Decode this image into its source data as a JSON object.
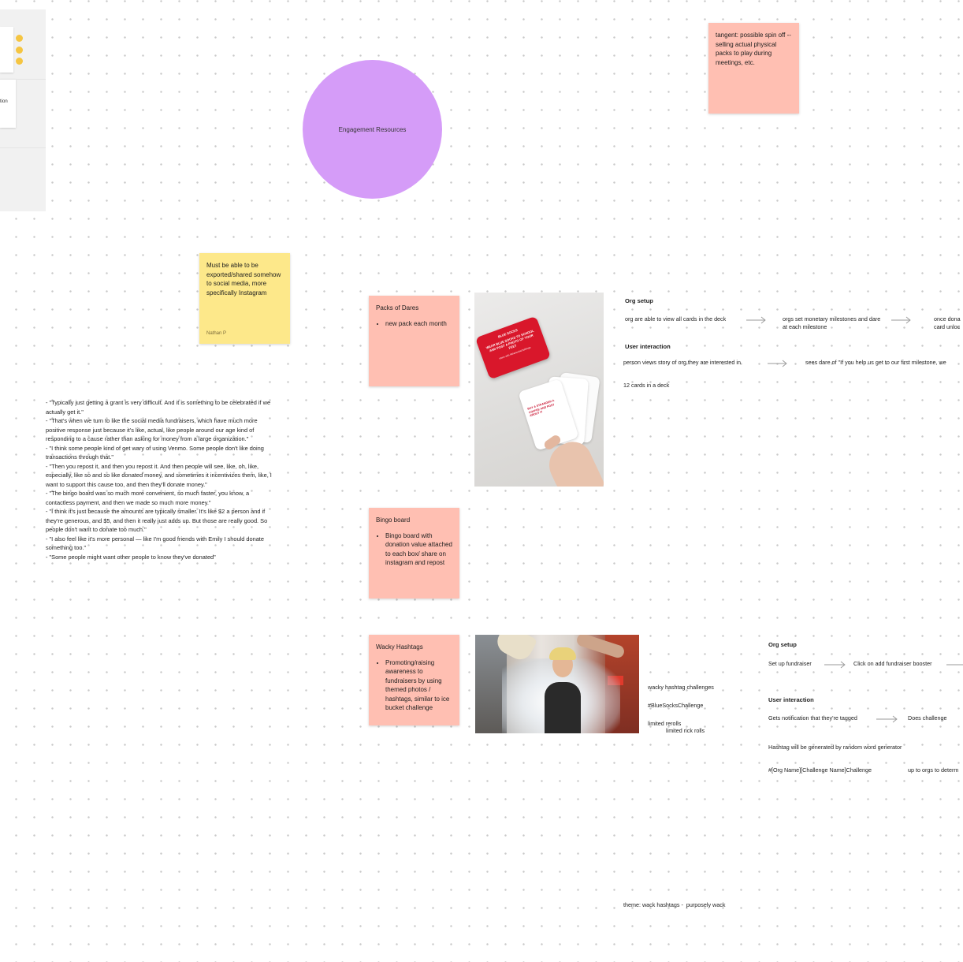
{
  "colors": {
    "sticky_pink": "#ffbfb2",
    "sticky_yellow": "#fde88a",
    "circle": "#d59cf8",
    "panel": "#f1f1f1"
  },
  "panel": {
    "side_text": "tion",
    "emoji_icons": [
      "smile-emoji-icon",
      "smile-emoji-icon",
      "smile-emoji-icon"
    ]
  },
  "circle": {
    "label": "Engagement Resources"
  },
  "tangent": {
    "text": "tangent: possible spin off -- selling actual physical packs to play during meetings, etc."
  },
  "yellow_note": {
    "text": "Must be able to be exported/shared somehow to social media, more specifically Instagram",
    "author": "Nathan P"
  },
  "quotes": [
    "- \"Typically just getting a grant is very difficult. And it is something to be celebrated if we actually get it.\"",
    "- \"That's when we turn to like the social media fundraisers, which have much more positive response just because it's like, actual, like people around our age kind of responding to a cause rather than asking for money from a large organization.\"",
    "- \"I think some people kind of get wary of using Venmo. Some people don't like doing transactions through that.\"",
    "- \"Then you repost it, and then you repost it. And then people will see, like, oh, like, especially, like so and so like donated money, and sometimes it incentivizes them, like, I want to support this cause too, and then they'll donate money.\"",
    "- \"The bingo board was so much more convenient, so much faster, you know, a contactless payment, and then we made so much more money.\"",
    "- \"I think it's just because the amounts are typically smaller. It's like $2 a person and if they're generous, and $5, and then it really just adds up. But those are really good. So people don't want to donate too much.\"",
    "- \"I also feel like it's more personal — like I'm good friends with Emily I should donate something too.\"",
    "- \"Some people might want other people to know they've donated\""
  ],
  "dares": {
    "title": "Packs of Dares",
    "bullets": [
      "new pack each month"
    ]
  },
  "bingo": {
    "title": "Bingo board",
    "bullets": [
      "Bingo board with donation value attached to each box/ share on instagram and repost"
    ]
  },
  "hashtags": {
    "title": "Wacky Hashtags",
    "bullets": [
      "Promoting/raising awareness to fundraisers by using themed photos / hashtags, similar to ice bucket challenge"
    ]
  },
  "flow1": {
    "org_heading": "Org setup",
    "org_steps": [
      "org are able to view all cards in the deck",
      "orgs set monetary milestones and dare at each milestone",
      "once dona card unloc"
    ],
    "user_heading": "User interaction",
    "user_steps": [
      "person views story of org they are interested in",
      "sees dare of \"If you help us get to our first milestone, we"
    ],
    "note": "12 cards in a deck"
  },
  "image_notes": {
    "line1": "wacky hashtag challenges",
    "line2": "#BlueSocksChallenge",
    "line3": "limited rerolls",
    "line4": "limited rick rolls"
  },
  "flow2": {
    "org_heading": "Org setup",
    "org_steps": [
      "Set up fundraiser",
      "Click on add fundraiser booster"
    ],
    "user_heading": "User interaction",
    "user_steps": [
      "Gets notification that they're tagged",
      "Does challenge"
    ],
    "note1": "Hashtag will be generated by random word generator",
    "note2a": "#[Org Name][Challenge Name]Challenge",
    "note2b": "up to orgs to determ"
  },
  "theme_note": "theme: wack hashtags -  purposely wack",
  "card_image": {
    "front_title": "BLUE SOCKS",
    "front_text": "WEAR BLUE SOCKS TO SCHOOL AND POST A PHOTO OF YOUR FEET",
    "back_text": "BUY A STRANGER A COFFEE AND POST ABOUT IT",
    "front_footer": "share with #bluesockschallenge"
  }
}
